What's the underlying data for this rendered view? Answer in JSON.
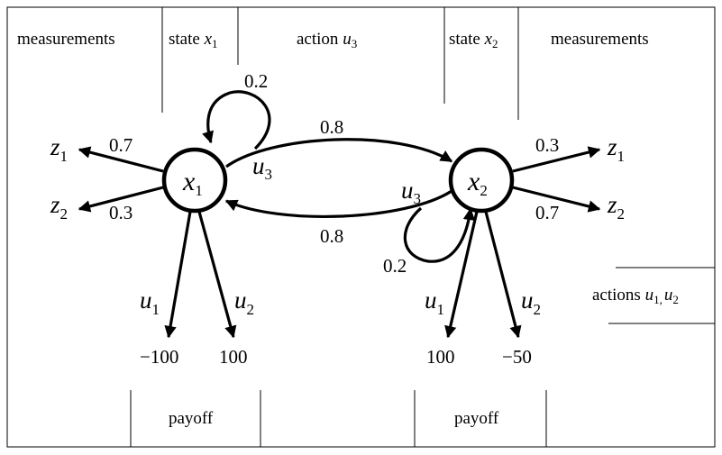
{
  "labels": {
    "measurements_left": "measurements",
    "state_x1_prefix": "state ",
    "state_x1_var": "x",
    "state_x1_sub": "1",
    "action_u3_prefix": "action ",
    "action_u3_var": "u",
    "action_u3_sub": "3",
    "state_x2_prefix": "state ",
    "state_x2_var": "x",
    "state_x2_sub": "2",
    "measurements_right": "measurements",
    "actions_prefix": "actions ",
    "actions_u": "u",
    "actions_sub1": "1,",
    "actions_u2": "u",
    "actions_sub2": "2",
    "payoff_left": "payoff",
    "payoff_right": "payoff"
  },
  "nodes": {
    "x1": {
      "var": "x",
      "sub": "1"
    },
    "x2": {
      "var": "x",
      "sub": "2"
    }
  },
  "measurements": {
    "x1": [
      {
        "symbol": "z",
        "sub": "1",
        "prob": "0.7"
      },
      {
        "symbol": "z",
        "sub": "2",
        "prob": "0.3"
      }
    ],
    "x2": [
      {
        "symbol": "z",
        "sub": "1",
        "prob": "0.3"
      },
      {
        "symbol": "z",
        "sub": "2",
        "prob": "0.7"
      }
    ]
  },
  "transitions": {
    "x1_self": "0.2",
    "x1_to_x2": "0.8",
    "x2_to_x1": "0.8",
    "x2_self": "0.2",
    "action_var": "u",
    "action_sub": "3"
  },
  "payoffs": {
    "x1": [
      {
        "action": "u",
        "sub": "1",
        "value": "−100"
      },
      {
        "action": "u",
        "sub": "2",
        "value": "100"
      }
    ],
    "x2": [
      {
        "action": "u",
        "sub": "1",
        "value": "100"
      },
      {
        "action": "u",
        "sub": "2",
        "value": "−50"
      }
    ]
  }
}
